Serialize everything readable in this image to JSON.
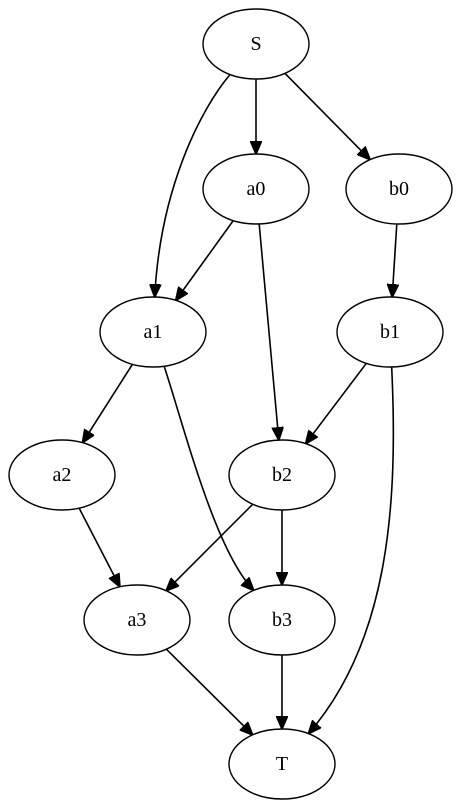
{
  "graph": {
    "nodes": [
      {
        "id": "S",
        "label": "S"
      },
      {
        "id": "a0",
        "label": "a0"
      },
      {
        "id": "b0",
        "label": "b0"
      },
      {
        "id": "a1",
        "label": "a1"
      },
      {
        "id": "b1",
        "label": "b1"
      },
      {
        "id": "a2",
        "label": "a2"
      },
      {
        "id": "b2",
        "label": "b2"
      },
      {
        "id": "a3",
        "label": "a3"
      },
      {
        "id": "b3",
        "label": "b3"
      },
      {
        "id": "T",
        "label": "T"
      }
    ],
    "edges": [
      {
        "from": "S",
        "to": "a0"
      },
      {
        "from": "S",
        "to": "b0"
      },
      {
        "from": "S",
        "to": "a1"
      },
      {
        "from": "a0",
        "to": "a1"
      },
      {
        "from": "a0",
        "to": "b2"
      },
      {
        "from": "b0",
        "to": "b1"
      },
      {
        "from": "a1",
        "to": "a2"
      },
      {
        "from": "a1",
        "to": "b3"
      },
      {
        "from": "b1",
        "to": "b2"
      },
      {
        "from": "b1",
        "to": "T"
      },
      {
        "from": "a2",
        "to": "a3"
      },
      {
        "from": "b2",
        "to": "a3"
      },
      {
        "from": "b2",
        "to": "b3"
      },
      {
        "from": "a3",
        "to": "T"
      },
      {
        "from": "b3",
        "to": "T"
      }
    ]
  }
}
